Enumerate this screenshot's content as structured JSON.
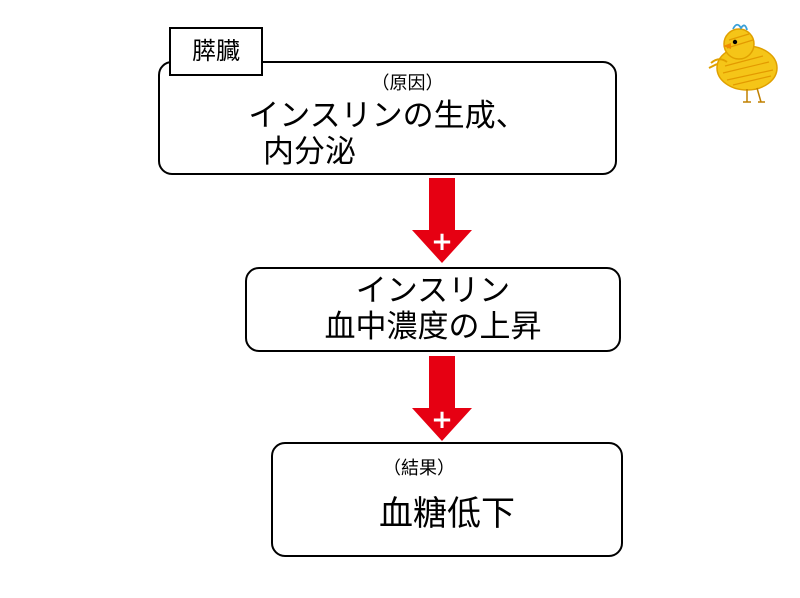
{
  "organ_label": "膵臓",
  "cause": {
    "note": "（原因）",
    "line1": "インスリンの生成、",
    "line2": "内分泌"
  },
  "middle": {
    "line1": "インスリン",
    "line2": "血中濃度の上昇"
  },
  "result": {
    "note": "（結果）",
    "line1": "血糖低下"
  },
  "arrows": [
    {
      "sign": "+"
    },
    {
      "sign": "+"
    }
  ],
  "colors": {
    "arrow": "#e60012",
    "border": "#000000",
    "mascot": "#f5c518"
  },
  "icons": {
    "mascot": "chick-mascot-icon"
  }
}
